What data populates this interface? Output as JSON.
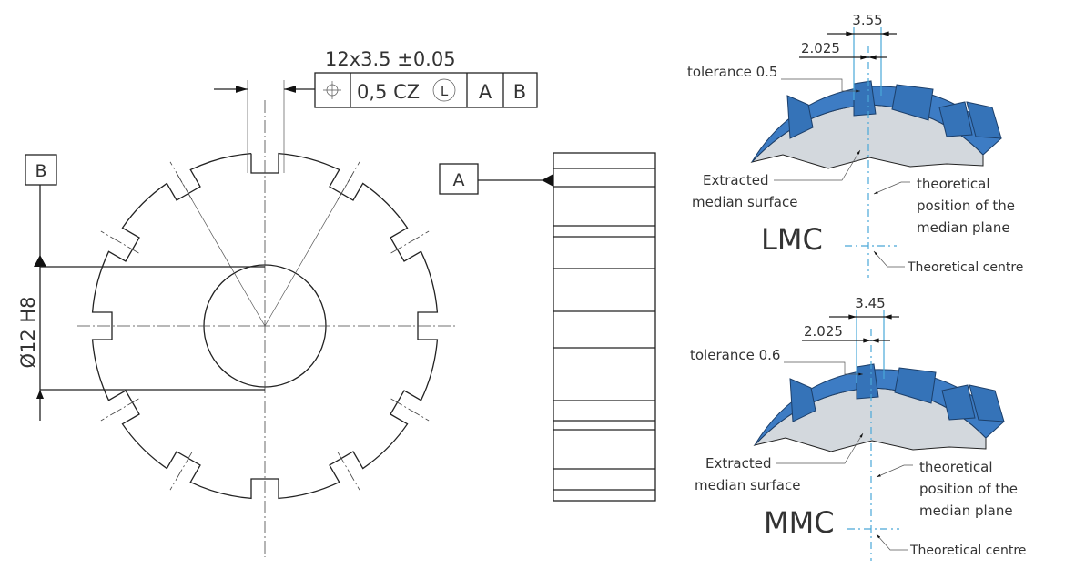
{
  "drawing": {
    "fcf": {
      "dimension": "12x3.5 ±0.05",
      "symbol": "position-icon",
      "tolerance": "0,5 CZ",
      "modifier": "L",
      "datum1": "A",
      "datum2": "B"
    },
    "datum_b": "B",
    "datum_a": "A",
    "bore_dim": "Ø12 H8"
  },
  "details": [
    {
      "condition": "LMC",
      "dim_outer": "3.55",
      "dim_inner": "2.025",
      "tolerance": "tolerance 0.5",
      "extracted": [
        "Extracted",
        "median surface"
      ],
      "theoretical": [
        "theoretical",
        "position of the",
        "median plane"
      ],
      "centre": "Theoretical centre"
    },
    {
      "condition": "MMC",
      "dim_outer": "3.45",
      "dim_inner": "2.025",
      "tolerance": "tolerance 0.6",
      "extracted": [
        "Extracted",
        "median surface"
      ],
      "theoretical": [
        "theoretical",
        "position of the",
        "median plane"
      ],
      "centre": "Theoretical centre"
    }
  ],
  "colors": {
    "blue": "#3d7cc4",
    "gray": "#d3d8dd",
    "cyan": "#4aa8d8"
  }
}
